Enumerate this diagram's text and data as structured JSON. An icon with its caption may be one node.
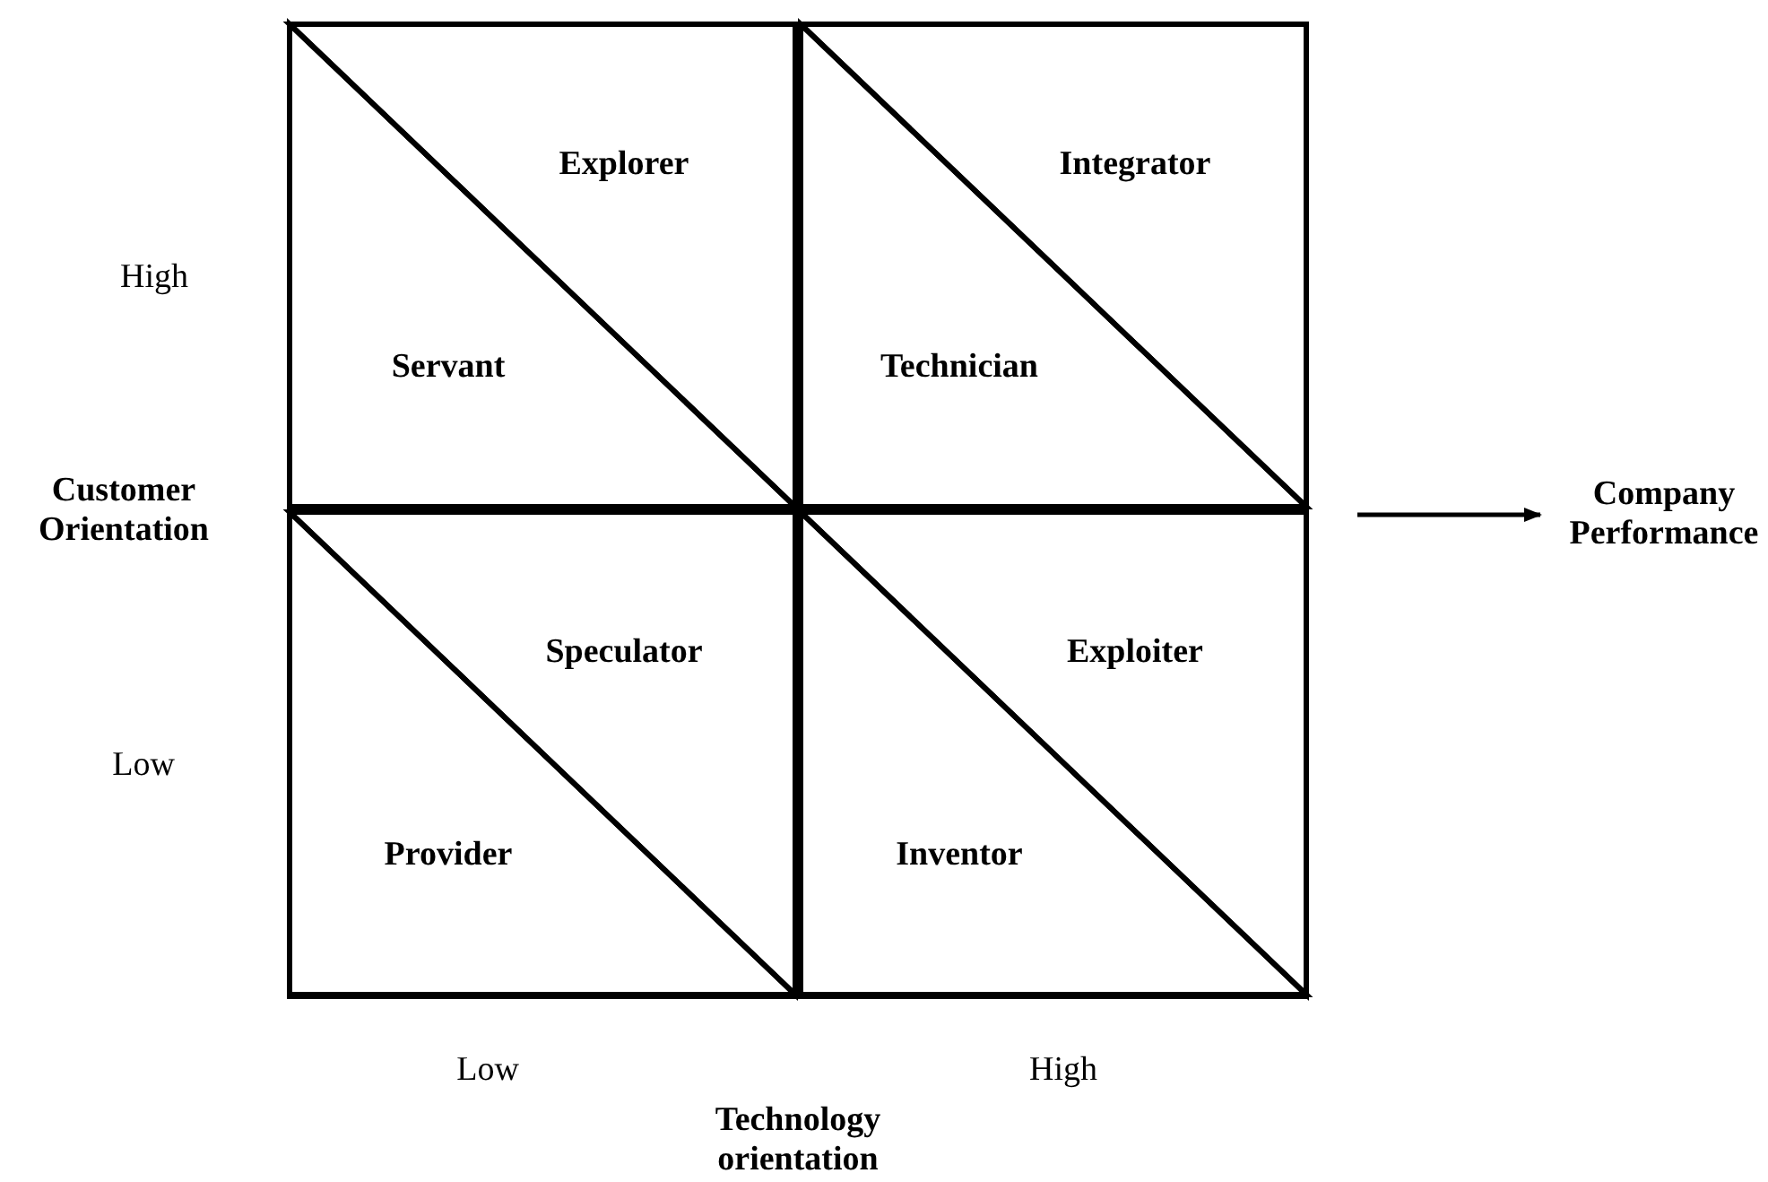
{
  "diagram": {
    "nodes": [
      {
        "text": [],
        "shape": "box"
      },
      {
        "text": [
          "Explorer"
        ],
        "in": 0
      },
      {
        "text": [
          "Servant"
        ],
        "in": 0
      },
      {
        "text": [
          "Integrator"
        ],
        "in": 0
      },
      {
        "text": [
          "Technician"
        ],
        "in": 0
      },
      {
        "text": [
          "Speculator"
        ],
        "in": 0
      },
      {
        "text": [
          "Provider"
        ],
        "in": 0
      },
      {
        "text": [
          "Exploiter"
        ],
        "in": 0
      },
      {
        "text": [
          "Inventor"
        ],
        "in": 0
      },
      {
        "text": [
          "Company Performance"
        ]
      }
    ],
    "edges": [
      {
        "from": null,
        "to": 9,
        "arrow": "to"
      }
    ],
    "labels": [
      "High",
      "Customer Orientation",
      "Low",
      "Low",
      "High",
      "Technology orientation"
    ]
  }
}
